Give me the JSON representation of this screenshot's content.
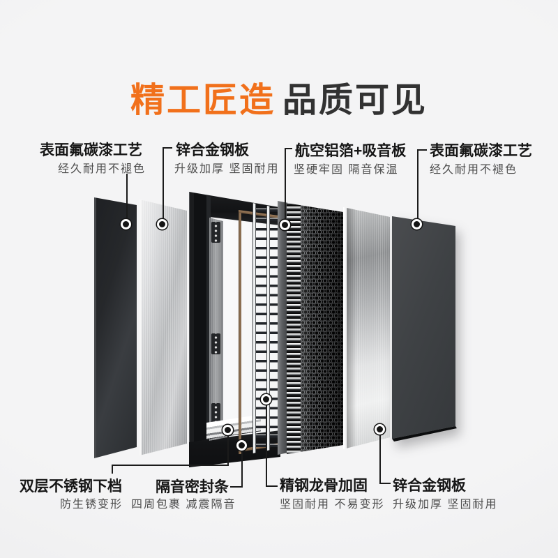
{
  "title": {
    "part1": "精工匠造",
    "part2": "品质可见",
    "part1_color": "#f1701b",
    "part2_color": "#323232"
  },
  "callouts_top": [
    {
      "title": "表面氟碳漆工艺",
      "subtitle": "经久耐用不褪色"
    },
    {
      "title": "锌合金钢板",
      "subtitle": "升级加厚 坚固耐用"
    },
    {
      "title": "航空铝箔+吸音板",
      "subtitle": "坚硬牢固 隔音保温"
    },
    {
      "title": "表面氟碳漆工艺",
      "subtitle": "经久耐用不褪色"
    }
  ],
  "callouts_bottom": [
    {
      "title": "双层不锈钢下档",
      "subtitle": "防生锈变形"
    },
    {
      "title": "隔音密封条",
      "subtitle": "四周包裹 减震隔音"
    },
    {
      "title": "精钢龙骨加固",
      "subtitle": "坚固耐用 不易变形"
    },
    {
      "title": "锌合金钢板",
      "subtitle": "升级加厚 坚固耐用"
    }
  ],
  "colors": {
    "accent_orange": "#f1701b",
    "title_dark": "#323232",
    "label_title": "#161616",
    "label_subtitle": "#4c4c4c",
    "connector_line": "#1b1b1b",
    "background": "#f3f3f4"
  }
}
